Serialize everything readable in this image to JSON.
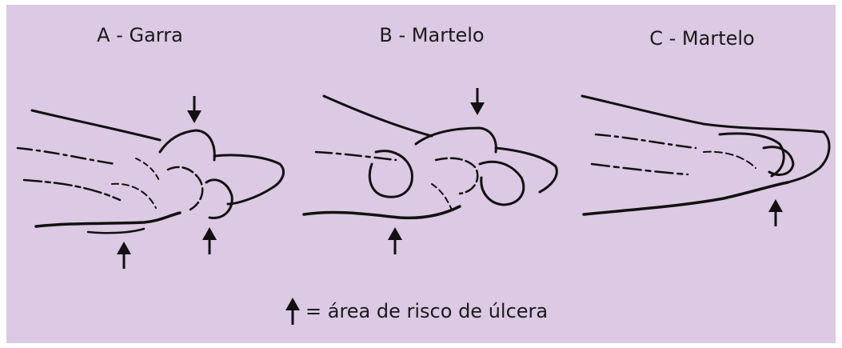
{
  "panels": [
    {
      "label": "A - Garra"
    },
    {
      "label": "B - Martelo"
    },
    {
      "label": "C - Martelo"
    }
  ],
  "legend": {
    "text": "= área de risco de úlcera"
  },
  "colors": {
    "background": "#dcc9e3",
    "ink": "#111111"
  }
}
